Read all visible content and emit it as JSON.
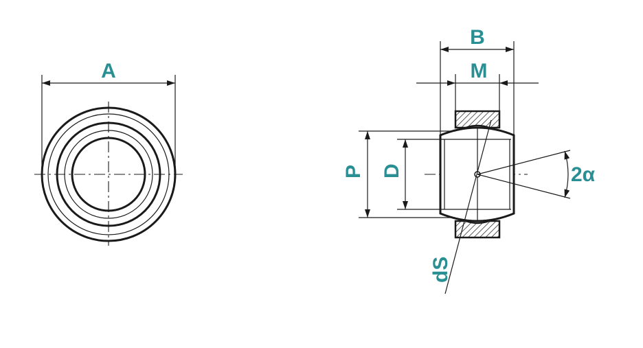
{
  "labels": {
    "A": "A",
    "B": "B",
    "M": "M",
    "P": "P",
    "D": "D",
    "angle": "2α",
    "dS": "dS"
  },
  "colors": {
    "label": "#2a8f93",
    "line": "#1a1a1a",
    "hatch": "#1a1a1a",
    "background": "#ffffff"
  }
}
